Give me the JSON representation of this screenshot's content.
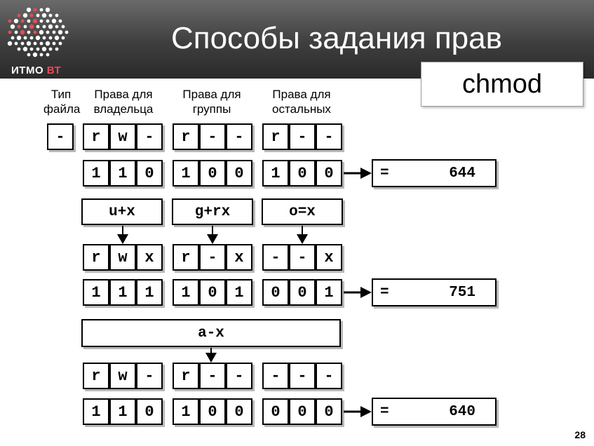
{
  "slide": {
    "title": "Способы задания прав",
    "logo_text": "ИТМО",
    "logo_accent": "ВТ",
    "command": "chmod",
    "page_number": "28"
  },
  "headers": {
    "type": "Тип\nфайла",
    "owner": "Права для\nвладельца",
    "group": "Права для\nгруппы",
    "others": "Права для\nостальных"
  },
  "rows": {
    "perm1": {
      "type": "-",
      "owner": [
        "r",
        "w",
        "-"
      ],
      "group": [
        "r",
        "-",
        "-"
      ],
      "others": [
        "r",
        "-",
        "-"
      ]
    },
    "bits1": {
      "owner": [
        "1",
        "1",
        "0"
      ],
      "group": [
        "1",
        "0",
        "0"
      ],
      "others": [
        "1",
        "0",
        "0"
      ],
      "eq": "=",
      "octal": "644"
    },
    "ops1": {
      "owner": "u+x",
      "group": "g+rx",
      "others": "o=x"
    },
    "perm2": {
      "owner": [
        "r",
        "w",
        "x"
      ],
      "group": [
        "r",
        "-",
        "x"
      ],
      "others": [
        "-",
        "-",
        "x"
      ]
    },
    "bits2": {
      "owner": [
        "1",
        "1",
        "1"
      ],
      "group": [
        "1",
        "0",
        "1"
      ],
      "others": [
        "0",
        "0",
        "1"
      ],
      "eq": "=",
      "octal": "751"
    },
    "op_all": "a-x",
    "perm3": {
      "owner": [
        "r",
        "w",
        "-"
      ],
      "group": [
        "r",
        "-",
        "-"
      ],
      "others": [
        "-",
        "-",
        "-"
      ]
    },
    "bits3": {
      "owner": [
        "1",
        "1",
        "0"
      ],
      "group": [
        "1",
        "0",
        "0"
      ],
      "others": [
        "0",
        "0",
        "0"
      ],
      "eq": "=",
      "octal": "640"
    }
  },
  "colors": {
    "header_bg": "#3e3e3e",
    "logo_accent": "#e84b58"
  }
}
